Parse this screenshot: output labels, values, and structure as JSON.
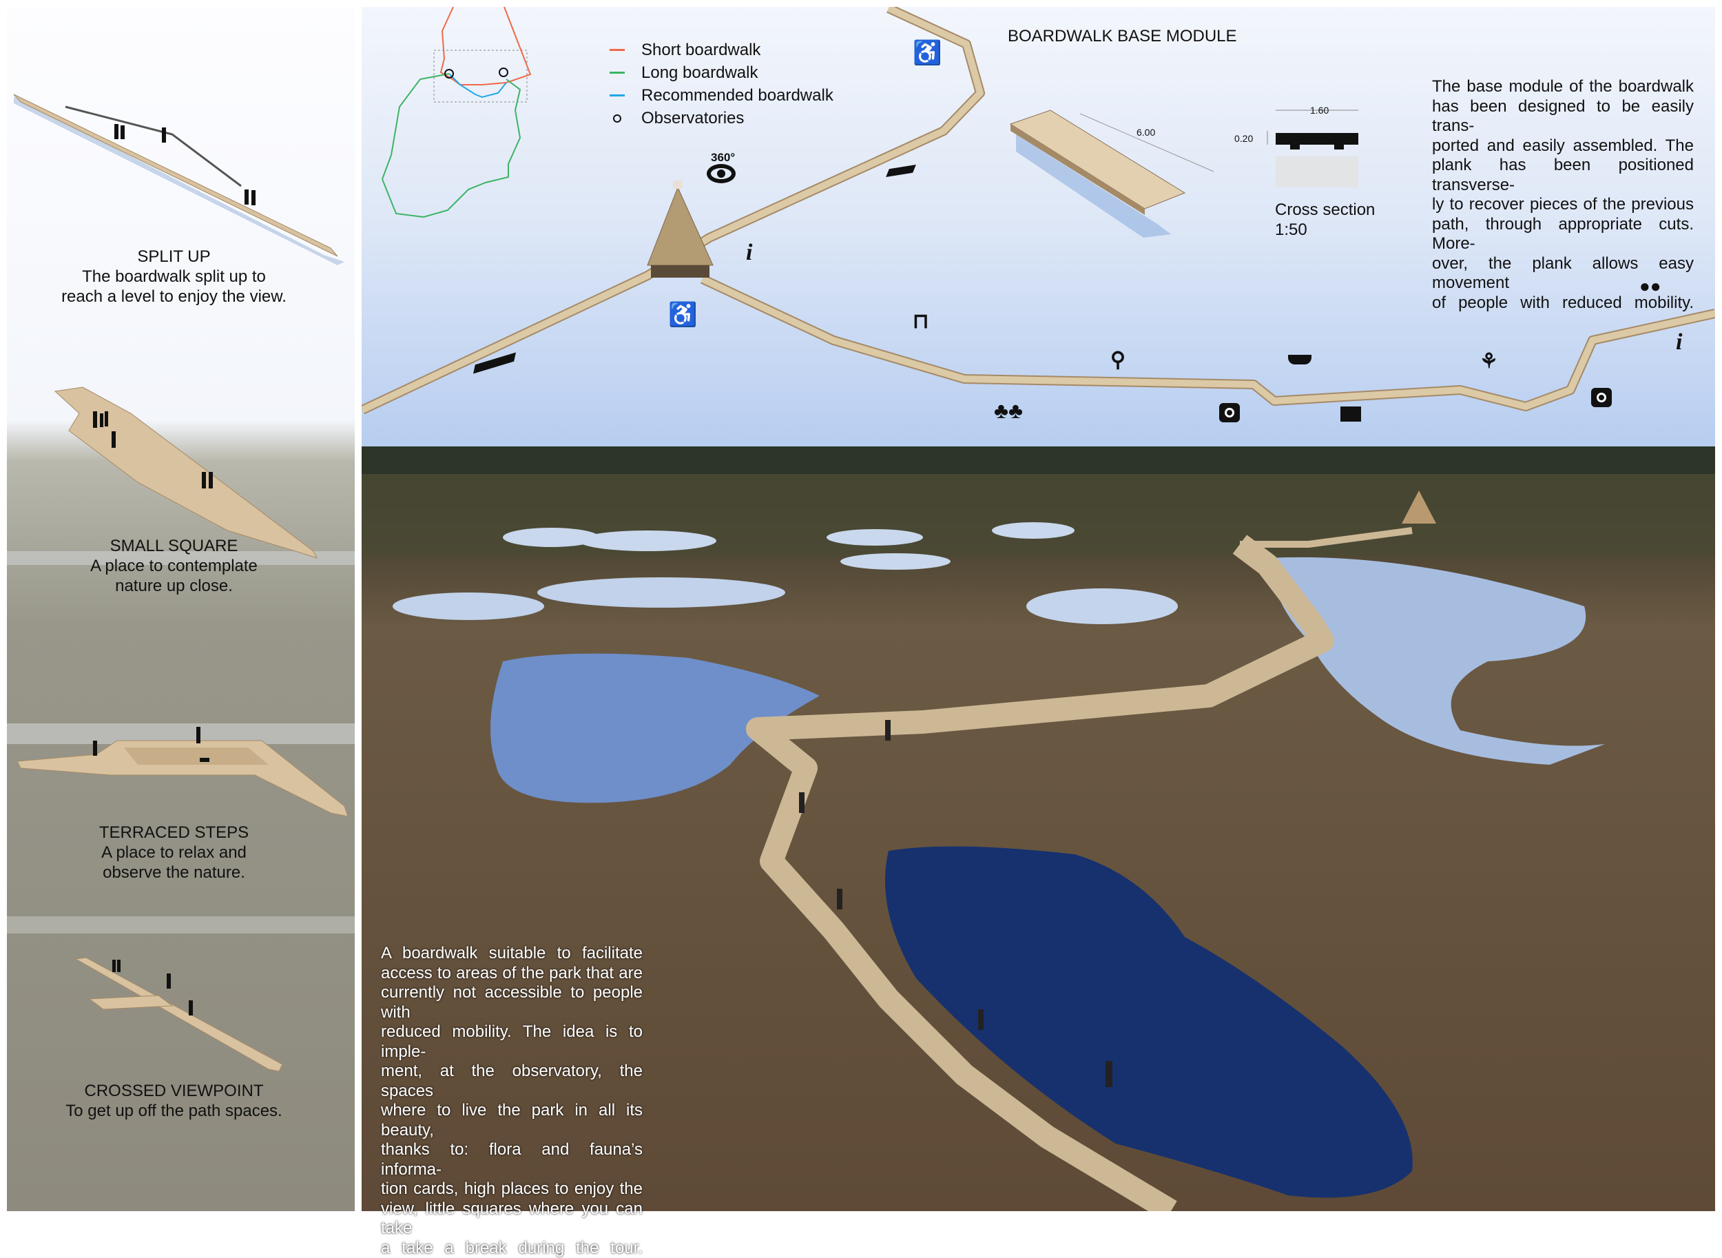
{
  "left_panel": {
    "items": [
      {
        "title": "SPLIT UP",
        "lines": [
          "The boardwalk split up to",
          "reach a level to enjoy the view."
        ]
      },
      {
        "title": "SMALL SQUARE",
        "lines": [
          "A place to contemplate",
          "nature up close."
        ]
      },
      {
        "title": "TERRACED STEPS",
        "lines": [
          "A place to relax and",
          "observe the nature."
        ]
      },
      {
        "title": "CROSSED VIEWPOINT",
        "lines": [
          "To get up off the path spaces."
        ]
      }
    ]
  },
  "legend": {
    "items": [
      {
        "label": "Short boardwalk",
        "color": "#f0694a"
      },
      {
        "label": "Long boardwalk",
        "color": "#3cb464"
      },
      {
        "label": "Recommended boardwalk",
        "color": "#1fa8e8"
      },
      {
        "label": "Observatories",
        "color": "#111111"
      }
    ]
  },
  "module": {
    "title": "BOARDWALK BASE MODULE",
    "length": "6.00",
    "width": "1.60",
    "height": "0.20",
    "section_label": "Cross section",
    "scale": "1:50",
    "description": [
      "The base module of the boardwalk",
      "has been designed to be easily trans-",
      "ported and easily assembled. The",
      "plank has been positioned transverse-",
      "ly to recover pieces of the previous",
      "path, through appropriate cuts. More-",
      "over, the plank allows easy movement",
      "of people with reduced mobility."
    ]
  },
  "view_label": "360°",
  "intro": [
    "A boardwalk suitable to facilitate",
    "access to areas of the park that are",
    "currently not accessible to people with",
    "reduced mobility. The idea is to imple-",
    "ment, at the observatory, the spaces",
    "where to live the park in all its beauty,",
    "thanks to: flora and fauna’s informa-",
    "tion cards, high places to enjoy the",
    "view, little squares where you can take",
    "a take a break during the tour."
  ],
  "icons": [
    "eye-icon",
    "wheelchair-icon",
    "info-icon",
    "direction-arrow-icon",
    "viewpoint-icon",
    "stroller-icon",
    "picnic-icon",
    "camera-icon",
    "book-icon",
    "trees-icon",
    "rest-icon",
    "binoculars-icon"
  ]
}
